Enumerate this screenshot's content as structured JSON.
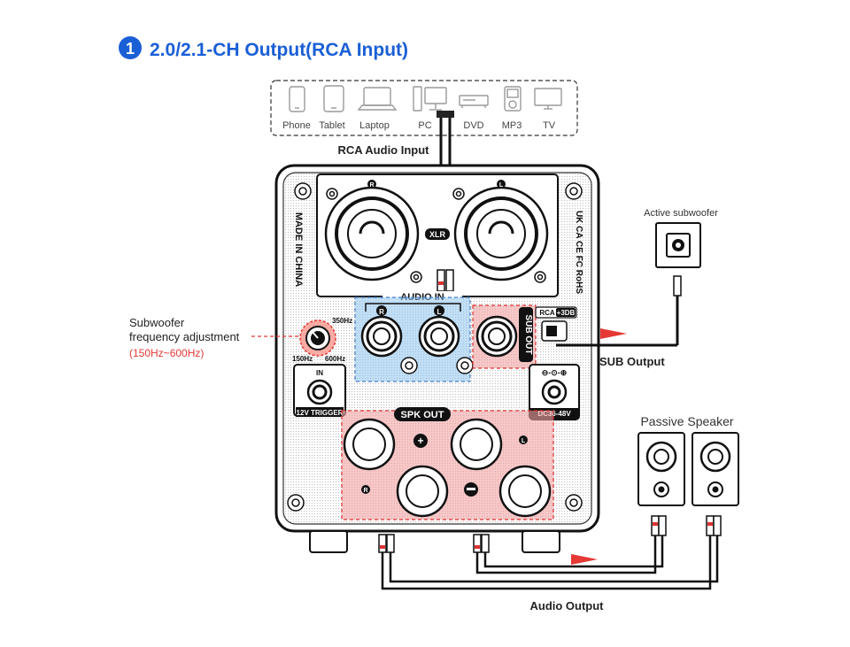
{
  "heading": {
    "number": "1",
    "title": "2.0/2.1-CH Output(RCA Input)"
  },
  "devices": [
    {
      "label": "Phone",
      "icon": "phone-icon"
    },
    {
      "label": "Tablet",
      "icon": "tablet-icon"
    },
    {
      "label": "Laptop",
      "icon": "laptop-icon"
    },
    {
      "label": "PC",
      "icon": "pc-icon"
    },
    {
      "label": "DVD",
      "icon": "dvd-icon"
    },
    {
      "label": "MP3",
      "icon": "mp3-icon"
    },
    {
      "label": "TV",
      "icon": "tv-icon"
    }
  ],
  "labels": {
    "rca_audio_input": "RCA Audio Input",
    "made_in_china": "MADE IN CHINA",
    "xlr": "XLR",
    "xlr_r": "R",
    "xlr_l": "L",
    "audio_in": "AUDIO IN",
    "rca_r": "R",
    "rca_l": "L",
    "sub_out": "SUB OUT",
    "rca_3db": "RCA",
    "plus_3db": "+3DB",
    "knob_350": "350Hz",
    "knob_150": "150Hz",
    "knob_600": "600Hz",
    "trigger_in": "IN",
    "trigger": "12V TRIGGER",
    "dc": "DC36-48V",
    "spk_out": "SPK OUT",
    "spk_r": "R",
    "spk_l": "L",
    "certifications": "UK CA  CE  FC  RoHS",
    "subwoofer_line1": "Subwoofer",
    "subwoofer_line2": "frequency adjustment",
    "subwoofer_range": "(150Hz~600Hz)",
    "active_subwoofer": "Active subwoofer",
    "sub_output": "SUB Output",
    "passive_speaker": "Passive Speaker",
    "audio_output": "Audio Output"
  },
  "colors": {
    "heading_blue": "#1a5fd6",
    "range_red": "#e53935",
    "arrow_red": "#e53935",
    "highlight_blue": "#8ec5f0",
    "highlight_red": "#f4a4a4",
    "outline": "#1a1a1a"
  }
}
